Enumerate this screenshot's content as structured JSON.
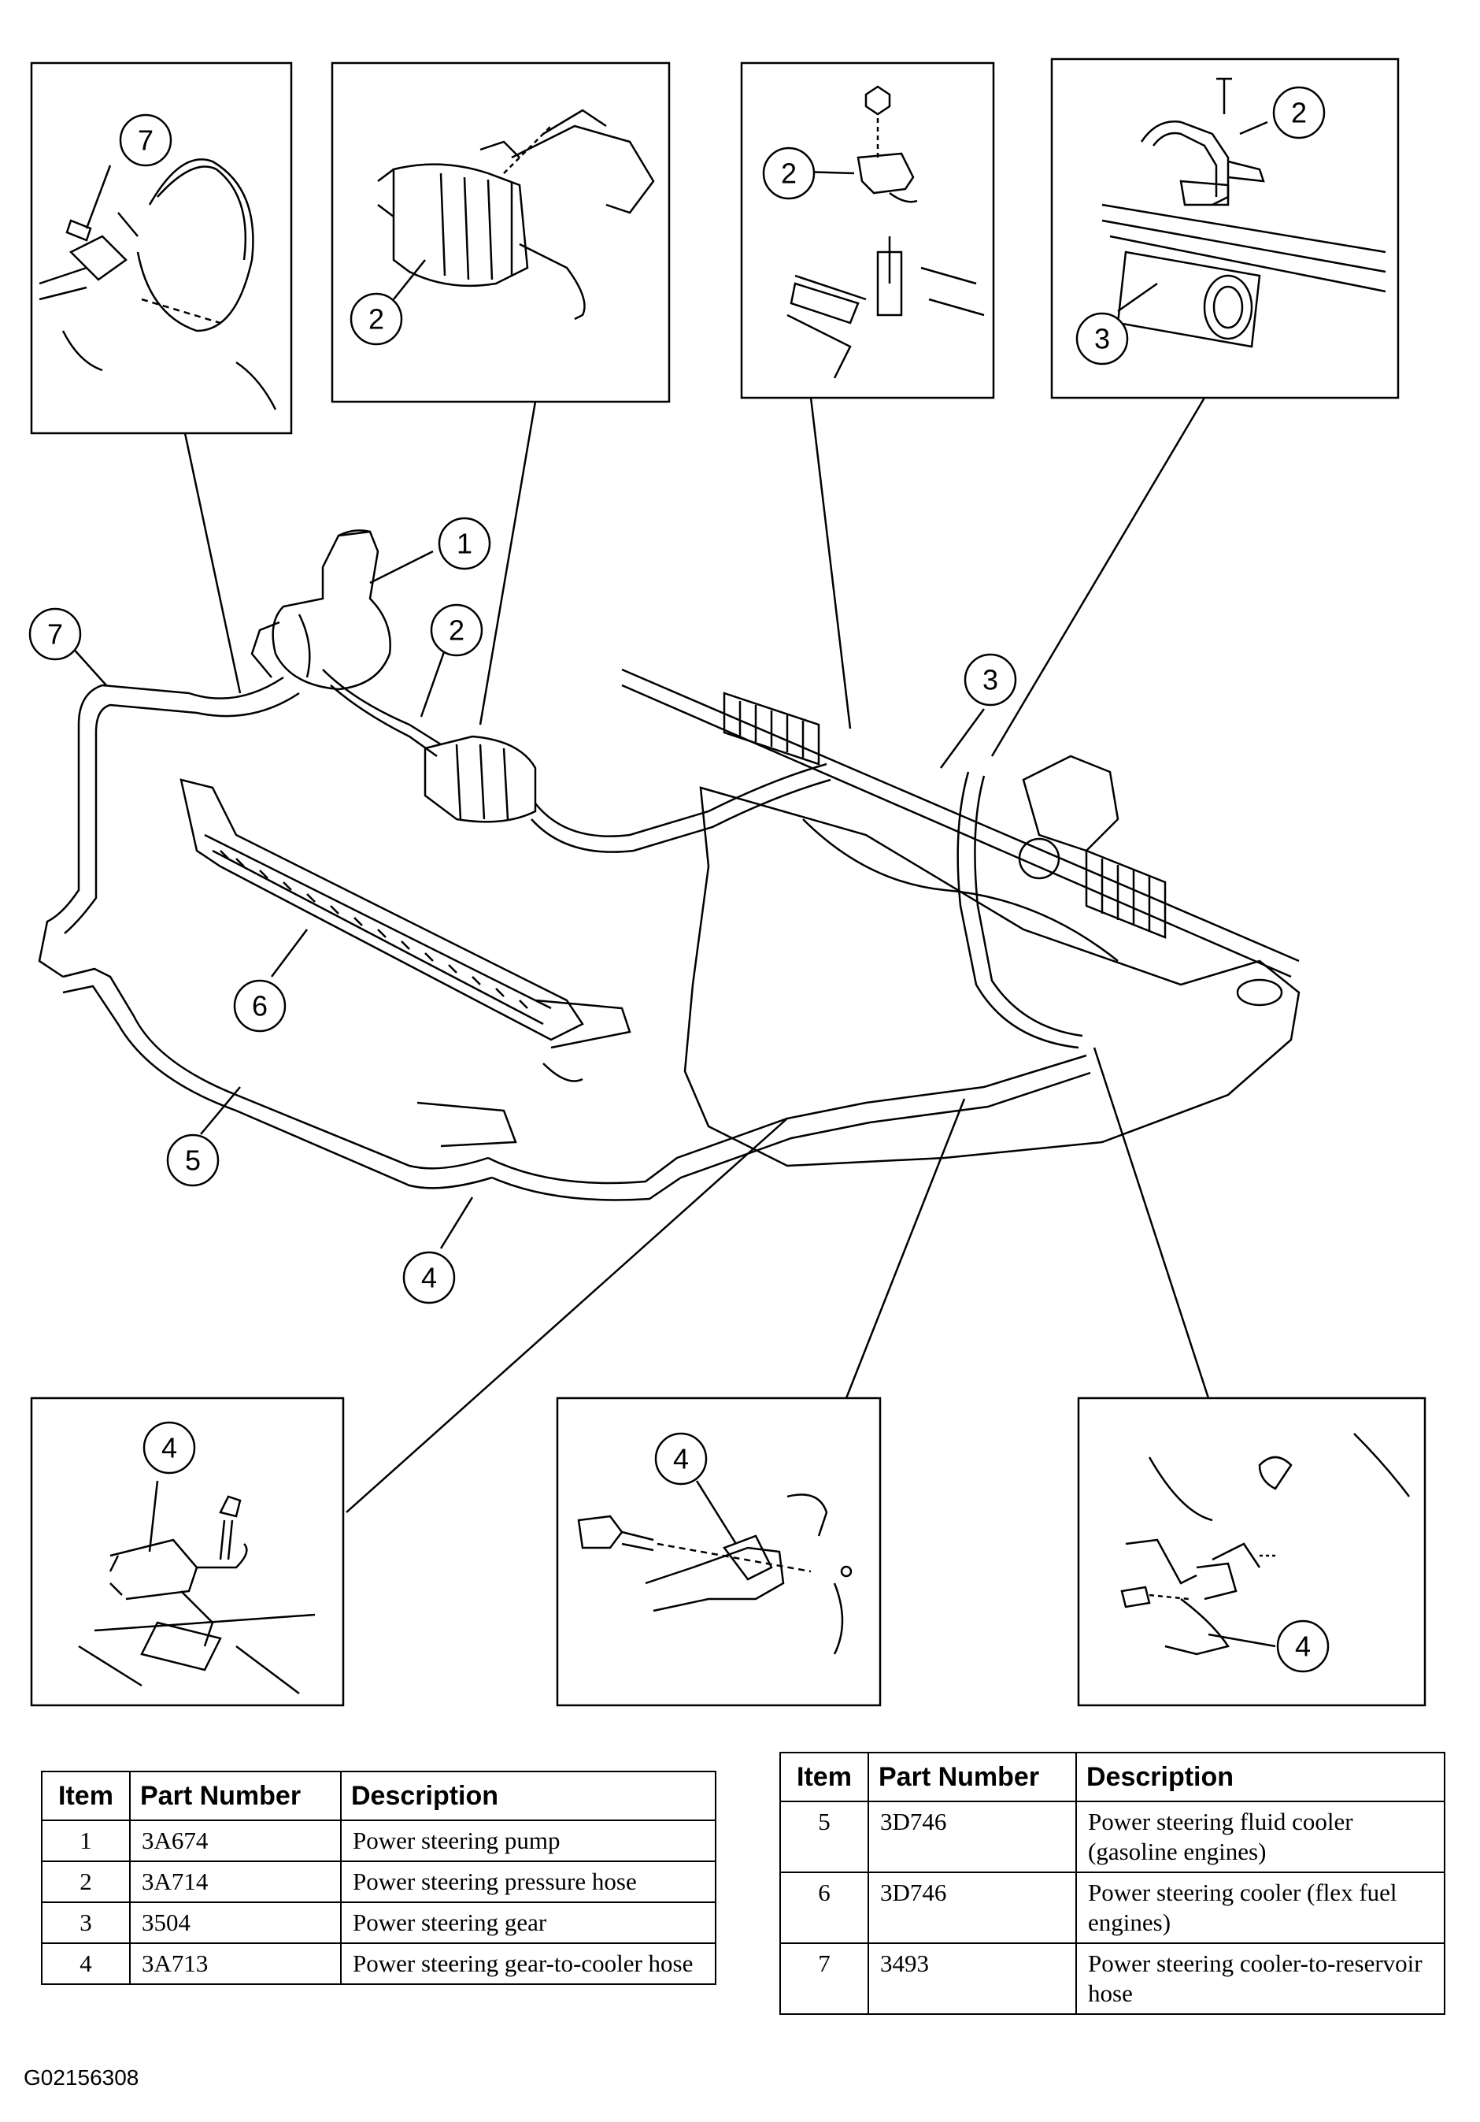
{
  "callouts": {
    "c7_detail": "7",
    "c2_detail_a": "2",
    "c2_detail_b": "2",
    "c2_detail_c": "2",
    "c3_detail": "3",
    "c1": "1",
    "c2_main": "2",
    "c7_main": "7",
    "c3_main": "3",
    "c6": "6",
    "c5": "5",
    "c4_main": "4",
    "c4_detail_a": "4",
    "c4_detail_b": "4",
    "c4_detail_c": "4"
  },
  "table_left": {
    "headers": {
      "item": "Item",
      "part": "Part Number",
      "desc": "Description"
    },
    "rows": [
      {
        "item": "1",
        "part": "3A674",
        "desc": "Power steering pump"
      },
      {
        "item": "2",
        "part": "3A714",
        "desc": "Power steering pressure hose"
      },
      {
        "item": "3",
        "part": "3504",
        "desc": "Power steering gear"
      },
      {
        "item": "4",
        "part": "3A713",
        "desc": "Power steering gear-to-cooler hose"
      }
    ]
  },
  "table_right": {
    "headers": {
      "item": "Item",
      "part": "Part Number",
      "desc": "Description"
    },
    "rows": [
      {
        "item": "5",
        "part": "3D746",
        "desc": "Power steering fluid cooler (gasoline engines)"
      },
      {
        "item": "6",
        "part": "3D746",
        "desc": "Power steering cooler (flex fuel engines)"
      },
      {
        "item": "7",
        "part": "3493",
        "desc": "Power steering cooler-to-reservoir hose"
      }
    ]
  },
  "figure_code": "G02156308"
}
